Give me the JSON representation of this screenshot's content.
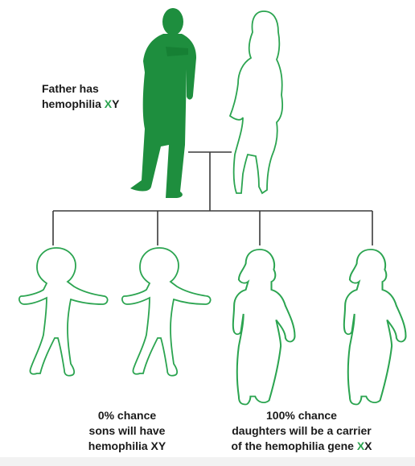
{
  "colors": {
    "accent": "#2ba450",
    "dark_green": "#1e8e3e",
    "line": "#3a3a3a",
    "text": "#1a1a1a"
  },
  "father": {
    "line1": "Father has",
    "line2_prefix": "hemophilia ",
    "x": "X",
    "y": "Y"
  },
  "sons": {
    "line1": "0% chance",
    "line2": "sons will have",
    "line3": "hemophilia XY"
  },
  "daughters": {
    "line1": "100% chance",
    "line2": "daughters will be a carrier",
    "line3_prefix": "of the hemophilia gene ",
    "x1": "X",
    "x2": "X"
  }
}
